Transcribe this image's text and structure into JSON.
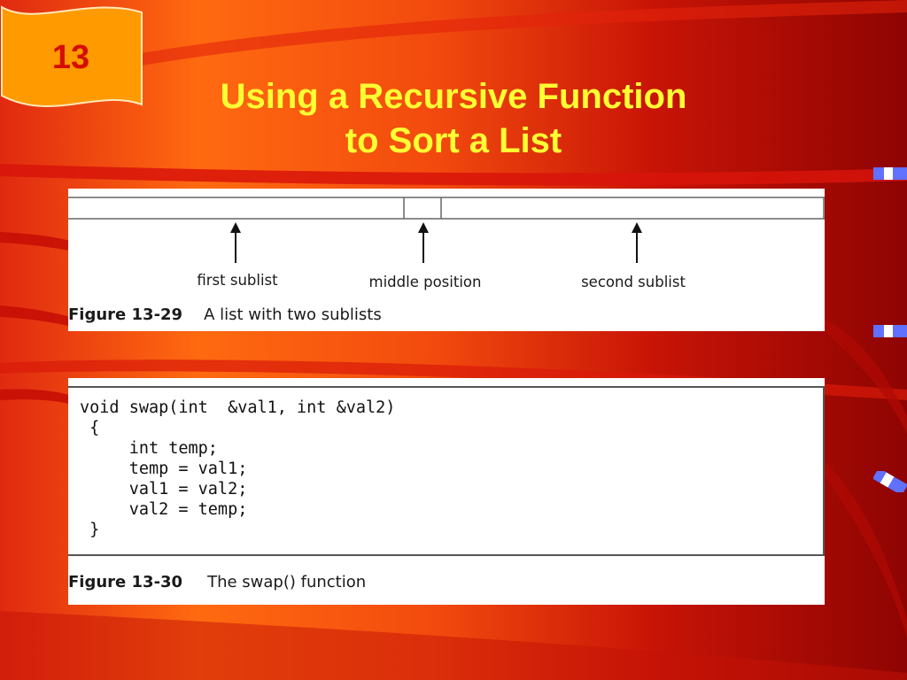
{
  "slide": {
    "number": "13",
    "title_line1": "Using a Recursive Function",
    "title_line2": "to Sort a List"
  },
  "figure_29": {
    "labels": {
      "first_sublist": "first sublist",
      "middle_position": "middle position",
      "second_sublist": "second sublist"
    },
    "caption_number": "Figure 13-29",
    "caption_text": "A list with two sublists"
  },
  "figure_30": {
    "code_lines": [
      "void swap(int  &val1, int &val2)",
      " {",
      "     int temp;",
      "     temp = val1;",
      "     val1 = val2;",
      "     val2 = temp;",
      " }"
    ],
    "caption_number": "Figure 13-30",
    "caption_text": "The swap() function"
  },
  "colors": {
    "title": "#ffff33",
    "badge_fill": "#ff9a00",
    "badge_text": "#d40e00",
    "background_dark": "#8e0402",
    "background_light": "#ff6a10"
  }
}
